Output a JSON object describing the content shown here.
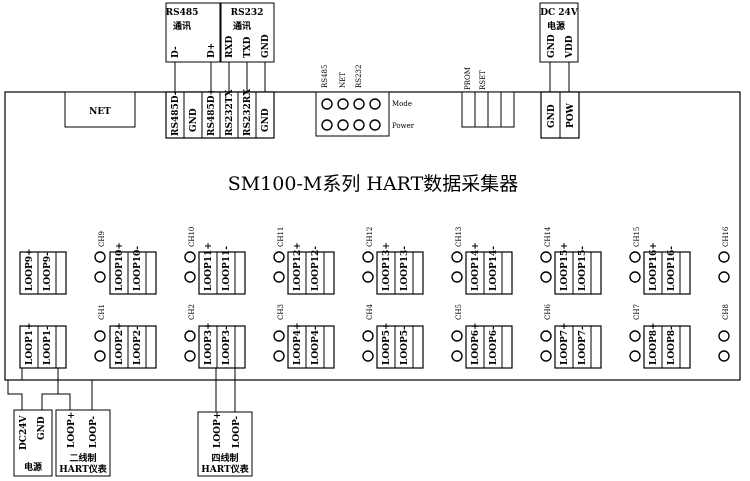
{
  "title": "SM100-M系列 HART数据采集器",
  "net_label": "NET",
  "rs485_box": {
    "line1": "RS485",
    "line2": "通讯",
    "pins": [
      "D-",
      "D+"
    ]
  },
  "rs232_box": {
    "line1": "RS232",
    "line2": "通讯",
    "pins": [
      "RXD",
      "TXD",
      "GND"
    ]
  },
  "dc24_box": {
    "line1": "DC 24V",
    "line2": "电源",
    "pins": [
      "GND",
      "VDD"
    ]
  },
  "comm_terminals": [
    "RS485D-",
    "GND",
    "RS485D+",
    "RS232TX",
    "RS232RX",
    "GND"
  ],
  "led_labels": [
    "RS485",
    "NET",
    "RS232"
  ],
  "led_rows": [
    "Mode",
    "Power"
  ],
  "prom_labels": [
    "PROM",
    "RSET"
  ],
  "power_terminals": [
    "GND",
    "POW"
  ],
  "top_channels": [
    {
      "plus": "LOOP9+",
      "minus": "LOOP9-",
      "ch": "CH9"
    },
    {
      "plus": "LOOP10+",
      "minus": "LOOP10-",
      "ch": "CH10"
    },
    {
      "plus": "LOOP11+",
      "minus": "LOOP11-",
      "ch": "CH11"
    },
    {
      "plus": "LOOP12+",
      "minus": "LOOP12-",
      "ch": "CH12"
    },
    {
      "plus": "LOOP13+",
      "minus": "LOOP13-",
      "ch": "CH13"
    },
    {
      "plus": "LOOP14+",
      "minus": "LOOP14-",
      "ch": "CH14"
    },
    {
      "plus": "LOOP15+",
      "minus": "LOOP15-",
      "ch": "CH15"
    },
    {
      "plus": "LOOP16+",
      "minus": "LOOP16-",
      "ch": "CH16"
    }
  ],
  "bottom_channels": [
    {
      "plus": "LOOP1+",
      "minus": "LOOP1-",
      "ch": "CH1"
    },
    {
      "plus": "LOOP2+",
      "minus": "LOOP2-",
      "ch": "CH2"
    },
    {
      "plus": "LOOP3+",
      "minus": "LOOP3-",
      "ch": "CH3"
    },
    {
      "plus": "LOOP4+",
      "minus": "LOOP4-",
      "ch": "CH4"
    },
    {
      "plus": "LOOP5+",
      "minus": "LOOP5-",
      "ch": "CH5"
    },
    {
      "plus": "LOOP6+",
      "minus": "LOOP6-",
      "ch": "CH6"
    },
    {
      "plus": "LOOP7+",
      "minus": "LOOP7-",
      "ch": "CH7"
    },
    {
      "plus": "LOOP8+",
      "minus": "LOOP8-",
      "ch": "CH8"
    }
  ],
  "two_wire": {
    "power_pins": [
      "DC24V",
      "GND"
    ],
    "power_label": "电源",
    "loop_pins": [
      "LOOP+",
      "LOOP-"
    ],
    "line1": "二线制",
    "line2": "HART仪表"
  },
  "four_wire": {
    "loop_pins": [
      "LOOP+",
      "LOOP-"
    ],
    "line1": "四线制",
    "line2": "HART仪表"
  }
}
